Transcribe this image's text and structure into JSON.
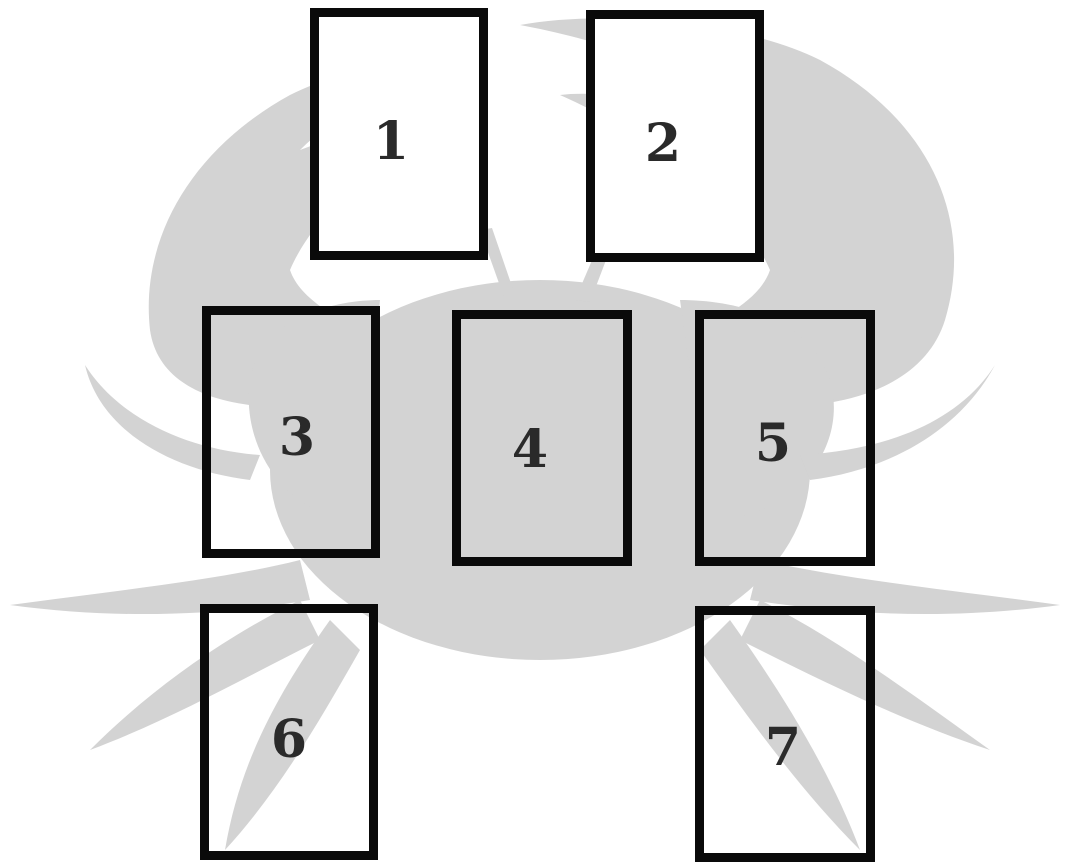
{
  "background": {
    "image": "crab-silhouette",
    "color": "#d3d3d3"
  },
  "cards": [
    {
      "id": "1",
      "label": "1"
    },
    {
      "id": "2",
      "label": "2"
    },
    {
      "id": "3",
      "label": "3"
    },
    {
      "id": "4",
      "label": "4"
    },
    {
      "id": "5",
      "label": "5"
    },
    {
      "id": "6",
      "label": "6"
    },
    {
      "id": "7",
      "label": "7"
    }
  ],
  "colors": {
    "border": "#0a0a0a",
    "number": "#2a2a2a",
    "card_fill": "#ffffff"
  }
}
